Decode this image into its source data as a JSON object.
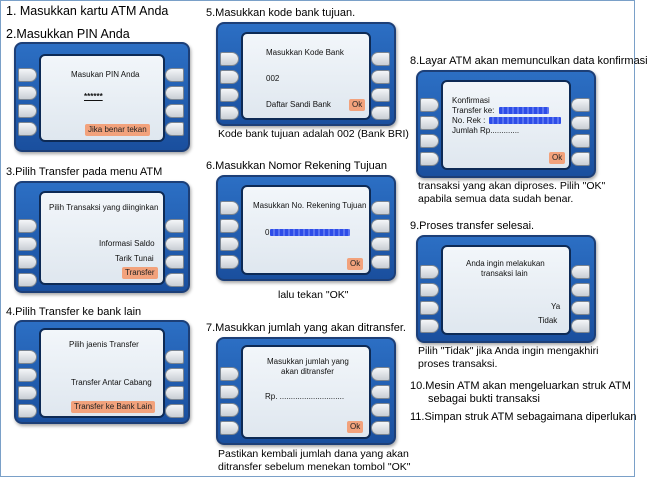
{
  "steps": {
    "s1": "1. Masukkan kartu ATM Anda",
    "s2": "2.Masukkan PIN Anda",
    "s3": "3.Pilih Transfer pada menu ATM",
    "s4": "4.Pilih Transfer ke bank lain",
    "s5": "5.Masukkan kode bank tujuan.",
    "s6": "6.Masukkan Nomor Rekening Tujuan",
    "s7": "7.Masukkan jumlah yang akan ditransfer.",
    "s8": "8.Layar ATM akan memunculkan data konfirmasi",
    "s9": "9.Proses transfer selesai.",
    "s10a": "10.Mesin ATM akan mengeluarkan struk ATM",
    "s10b": "sebagai bukti transaksi",
    "s11": "11.Simpan struk ATM sebagaimana diperlukan"
  },
  "captions": {
    "c5": "Kode bank tujuan adalah 002 (Bank BRI)",
    "c6": "lalu tekan \"OK\"",
    "c7a": "Pastikan kembali jumlah dana yang akan",
    "c7b": "ditransfer sebelum menekan tombol \"OK\"",
    "c8a": "transaksi yang akan diproses. Pilih \"OK\"",
    "c8b": "apabila semua data sudah benar.",
    "c9a": "Pilih \"Tidak\" jika Anda ingin mengakhiri",
    "c9b": "proses transaksi."
  },
  "screens": {
    "pin": {
      "title": "Masukan PIN Anda",
      "value": "******",
      "action": "Jika benar tekan"
    },
    "menu": {
      "title": "Pilih Transaksi yang diinginkan",
      "o1": "Informasi Saldo",
      "o2": "Tarik Tunai",
      "o3": "Transfer"
    },
    "jenis": {
      "title": "Pilih jaenis Transfer",
      "o1": "Transfer Antar Cabang",
      "o2": "Transfer ke Bank Lain"
    },
    "kode": {
      "title": "Masukkan Kode Bank",
      "value": "002",
      "link": "Daftar Sandi Bank",
      "ok": "Ok"
    },
    "rek": {
      "title": "Masukkan No. Rekening Tujuan",
      "value": "0",
      "ok": "Ok"
    },
    "jumlah": {
      "l1": "Masukkan jumlah yang",
      "l2": "akan ditransfer",
      "field": "Rp. .............................",
      "ok": "Ok"
    },
    "konfirm": {
      "l1": "Konfirmasi",
      "l2": "Transfer ke:",
      "l3": "No. Rek :",
      "l4": "Jumlah Rp.............",
      "ok": "Ok"
    },
    "selesai": {
      "l1": "Anda ingin melakukan",
      "l2": "transaksi lain",
      "ya": "Ya",
      "tidak": "Tidak"
    }
  },
  "colors": {
    "panel": "#2c6fc4",
    "highlight": "#f2a27c",
    "redacted": "#2e4de8"
  }
}
